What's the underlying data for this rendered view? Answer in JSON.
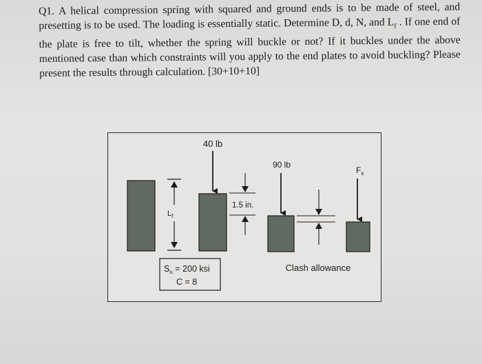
{
  "question": {
    "number": "Q1.",
    "text_before_lf": " A helical compression spring with squared and ground ends is to be made of steel, and presetting is to be used. The loading is essentially static. Determine D, d, N, and ",
    "lf_main": "L",
    "lf_sub": "f",
    "text_after_lf": " . If one end of the plate is free to tilt, whether the spring will buckle or not? If it buckles under the above mentioned case than which constraints will you apply to the end plates to avoid buckling? Please present the results through calculation. [30+10+10]"
  },
  "figure": {
    "load1": "40 lb",
    "load2": "90 lb",
    "load3_main": "F",
    "load3_sub": "s",
    "deflection": "1.5 in.",
    "free_length_main": "L",
    "free_length_sub": "f",
    "su_main": "S",
    "su_sub": "u",
    "su_value": " = 200 ksi",
    "c_value": "C = 8",
    "clash": "Clash allowance",
    "block_color": "#616a61",
    "line_color": "#1b1b1b"
  }
}
